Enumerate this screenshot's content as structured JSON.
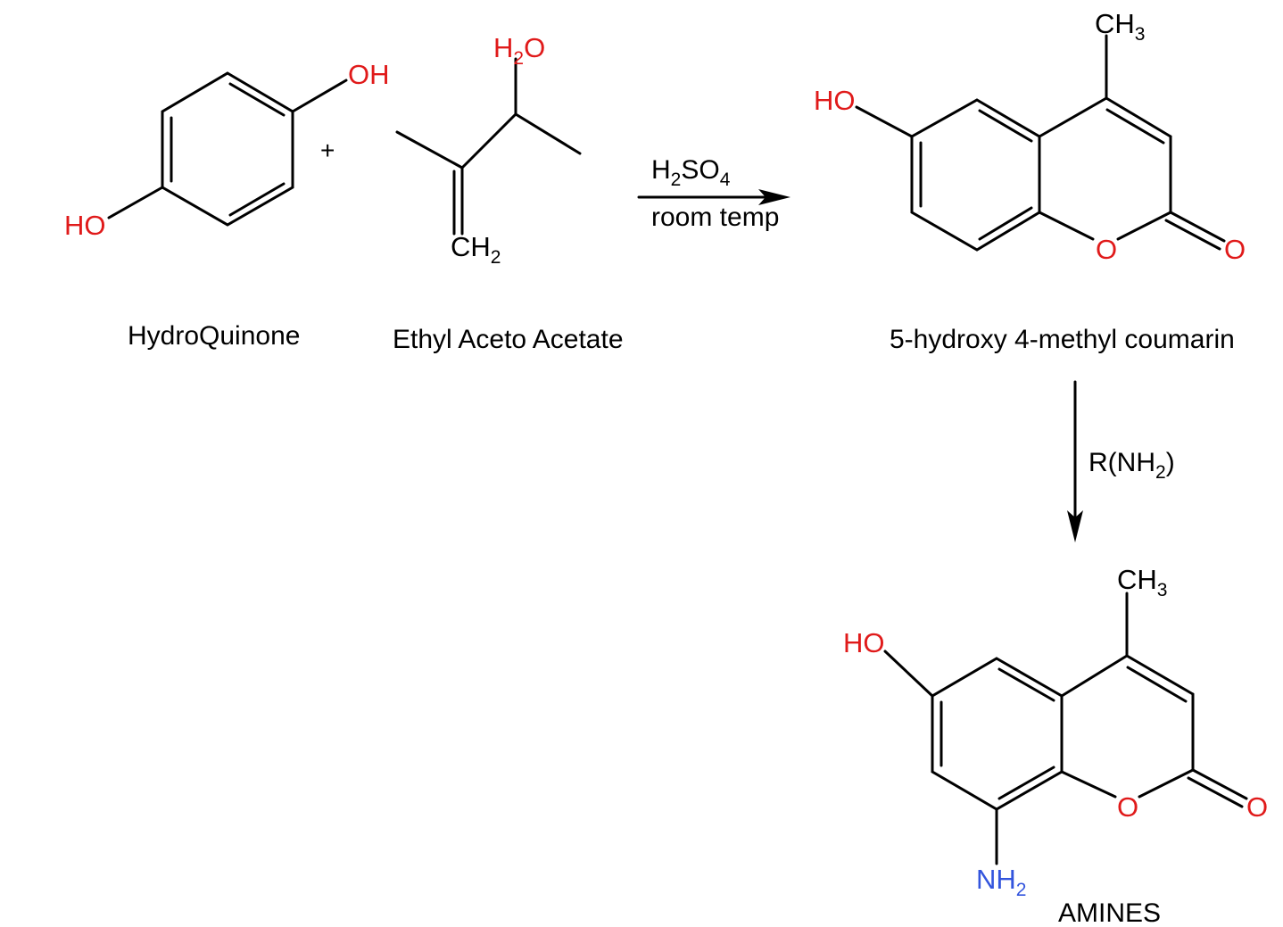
{
  "colors": {
    "oxygen": "#e01a1a",
    "nitrogen": "#3355dd",
    "bond": "#000000"
  },
  "reactant1": {
    "name": "HydroQuinone",
    "oh_top": "OH",
    "oh_bottom": "HO"
  },
  "plus": "+",
  "reactant2": {
    "name": "Ethyl Aceto Acetate",
    "water_h": "H",
    "water_sub": "2",
    "water_o": "O",
    "ch2_c": "CH",
    "ch2_sub": "2"
  },
  "reaction1": {
    "reagent_main": "H",
    "reagent_sub1": "2",
    "reagent_mid": "SO",
    "reagent_sub2": "4",
    "condition": "room temp"
  },
  "product1": {
    "name": "5-hydroxy 4-methyl coumarin",
    "ho": "HO",
    "ch3": "CH",
    "ch3_sub": "3",
    "ring_o": "O",
    "carbonyl_o": "O"
  },
  "reaction2": {
    "reagent_pre": "R(NH",
    "reagent_sub": "2",
    "reagent_post": ")"
  },
  "product2": {
    "name": "AMINES",
    "ho": "HO",
    "ch3": "CH",
    "ch3_sub": "3",
    "ring_o": "O",
    "carbonyl_o": "O",
    "nh2": "NH",
    "nh2_sub": "2"
  }
}
